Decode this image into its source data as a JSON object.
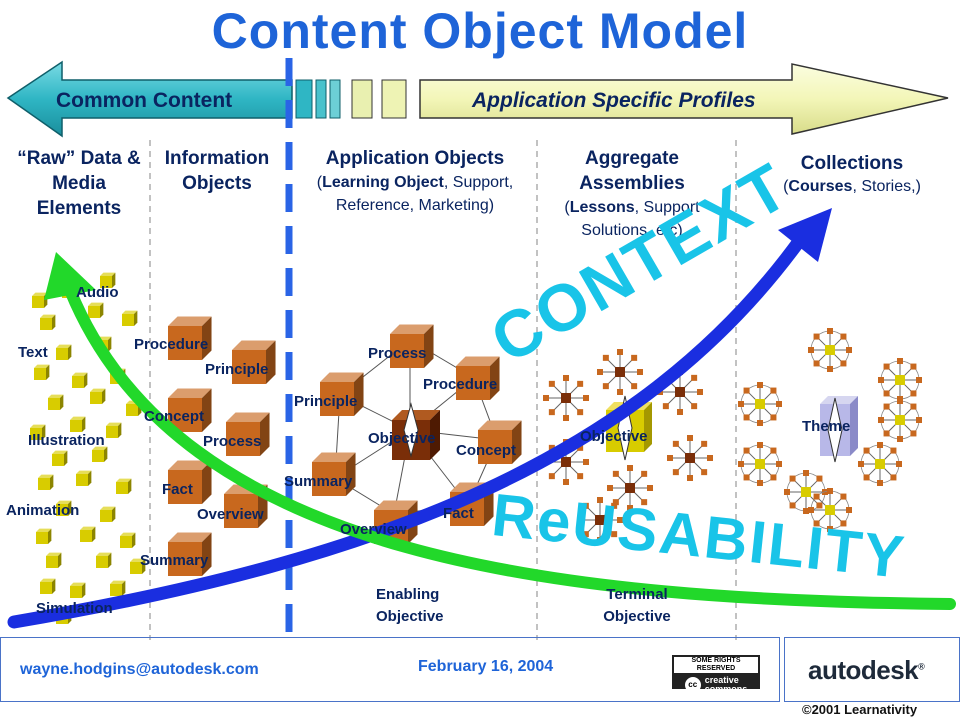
{
  "title": "Content Object Model",
  "banner": {
    "left": "Common Content",
    "right": "Application Specific Profiles"
  },
  "columns": {
    "raw": {
      "title": "“Raw” Data & Media Elements"
    },
    "info": {
      "title": "Information Objects"
    },
    "app": {
      "title": "Application Objects",
      "sub_bold1": "Learning Object",
      "sub_rest": ", Support, Reference, Marketing)"
    },
    "agg": {
      "title": "Aggregate Assemblies",
      "sub_bold": "Lessons",
      "sub_rest": ", Support Solutions, etc)"
    },
    "col": {
      "title": "Collections",
      "sub_bold": "Courses",
      "sub_rest": ", Stories,)"
    }
  },
  "raw_labels": {
    "audio": "Audio",
    "text": "Text",
    "illustration": "Illustration",
    "animation": "Animation",
    "simulation": "Simulation"
  },
  "info_labels": {
    "procedure": "Procedure",
    "principle": "Principle",
    "concept": "Concept",
    "process": "Process",
    "fact": "Fact",
    "overview": "Overview",
    "summary": "Summary"
  },
  "app_labels": {
    "process": "Process",
    "procedure": "Procedure",
    "principle": "Principle",
    "objective": "Objective",
    "concept": "Concept",
    "summary": "Summary",
    "overview": "Overview",
    "fact": "Fact",
    "enabling": "Enabling Objective"
  },
  "agg_labels": {
    "objective": "Objective",
    "terminal": "Terminal Objective"
  },
  "col_labels": {
    "theme": "Theme"
  },
  "watermarks": {
    "context": "CONTEXT",
    "reusability": "ReUSABILITY"
  },
  "footer": {
    "email": "wayne.hodgins@autodesk.com",
    "date": "February 16, 2004",
    "cc_top": "SOME RIGHTS RESERVED",
    "cc_word1": "creative",
    "cc_word2": "commons",
    "brand": "autodesk",
    "copyright": "©2001 Learnativity"
  },
  "colors": {
    "title": "#1e64d8",
    "banner_left": "#2fb6c4",
    "banner_right": "#f3f6b8",
    "context_arrow": "#1a2ee0",
    "reusability_arrow": "#22d82a",
    "watermark": "#19c4e8",
    "cube_yellow": "#d8cc00",
    "cube_orange": "#c8681e",
    "cube_brown": "#7a2e08"
  }
}
